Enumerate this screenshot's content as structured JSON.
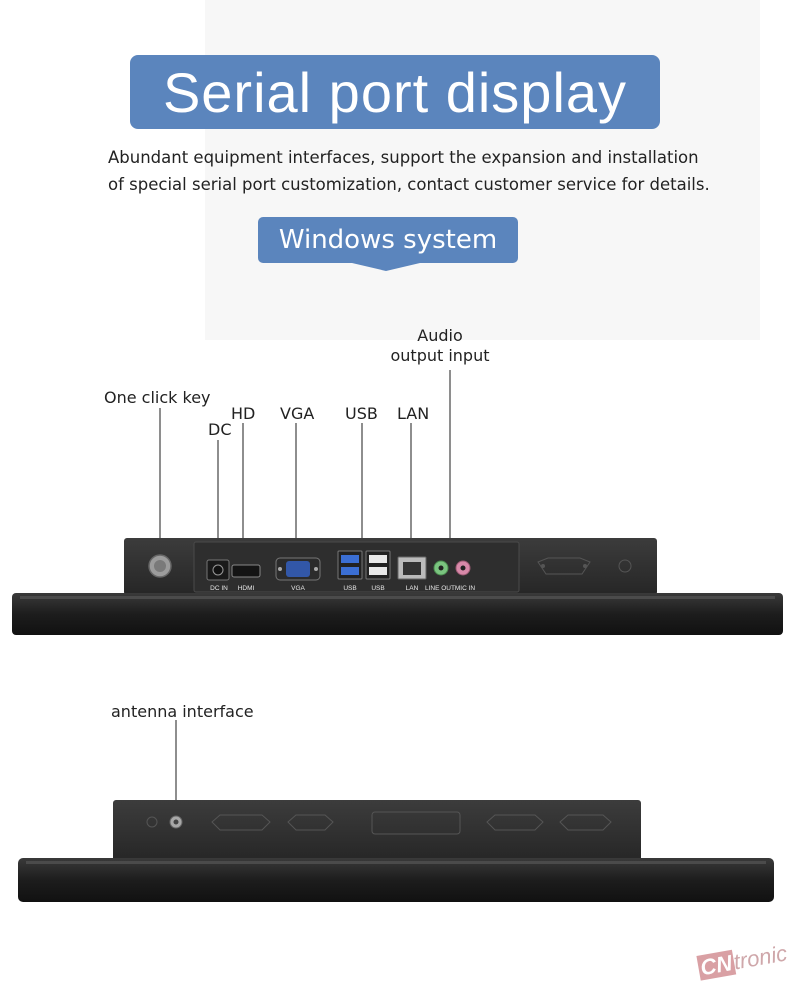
{
  "title": "Serial port display",
  "description": {
    "line1": "Abundant equipment interfaces, support the expansion and installation",
    "line2": "of special serial port customization, contact customer service for details."
  },
  "subtitle": "Windows system",
  "callouts": {
    "one_click_key": "One click key",
    "dc": "DC",
    "hd": "HD",
    "vga": "VGA",
    "usb": "USB",
    "lan": "LAN",
    "audio_line1": "Audio",
    "audio_line2": "output input",
    "antenna": "antenna interface"
  },
  "port_labels": {
    "dc_in": "DC IN",
    "hdmi": "HDMI",
    "vga": "VGA",
    "usb1": "USB",
    "usb2": "USB",
    "lan": "LAN",
    "line_out": "LINE OUT",
    "mic_in": "MIC IN"
  },
  "watermark": {
    "box": "CN",
    "text": "tronic"
  },
  "colors": {
    "banner": "#5b85bd",
    "device": "#2b2b2b",
    "usb_blue": "#3b6fd4",
    "line_out": "#7ac47f",
    "mic_in": "#d889a9"
  }
}
